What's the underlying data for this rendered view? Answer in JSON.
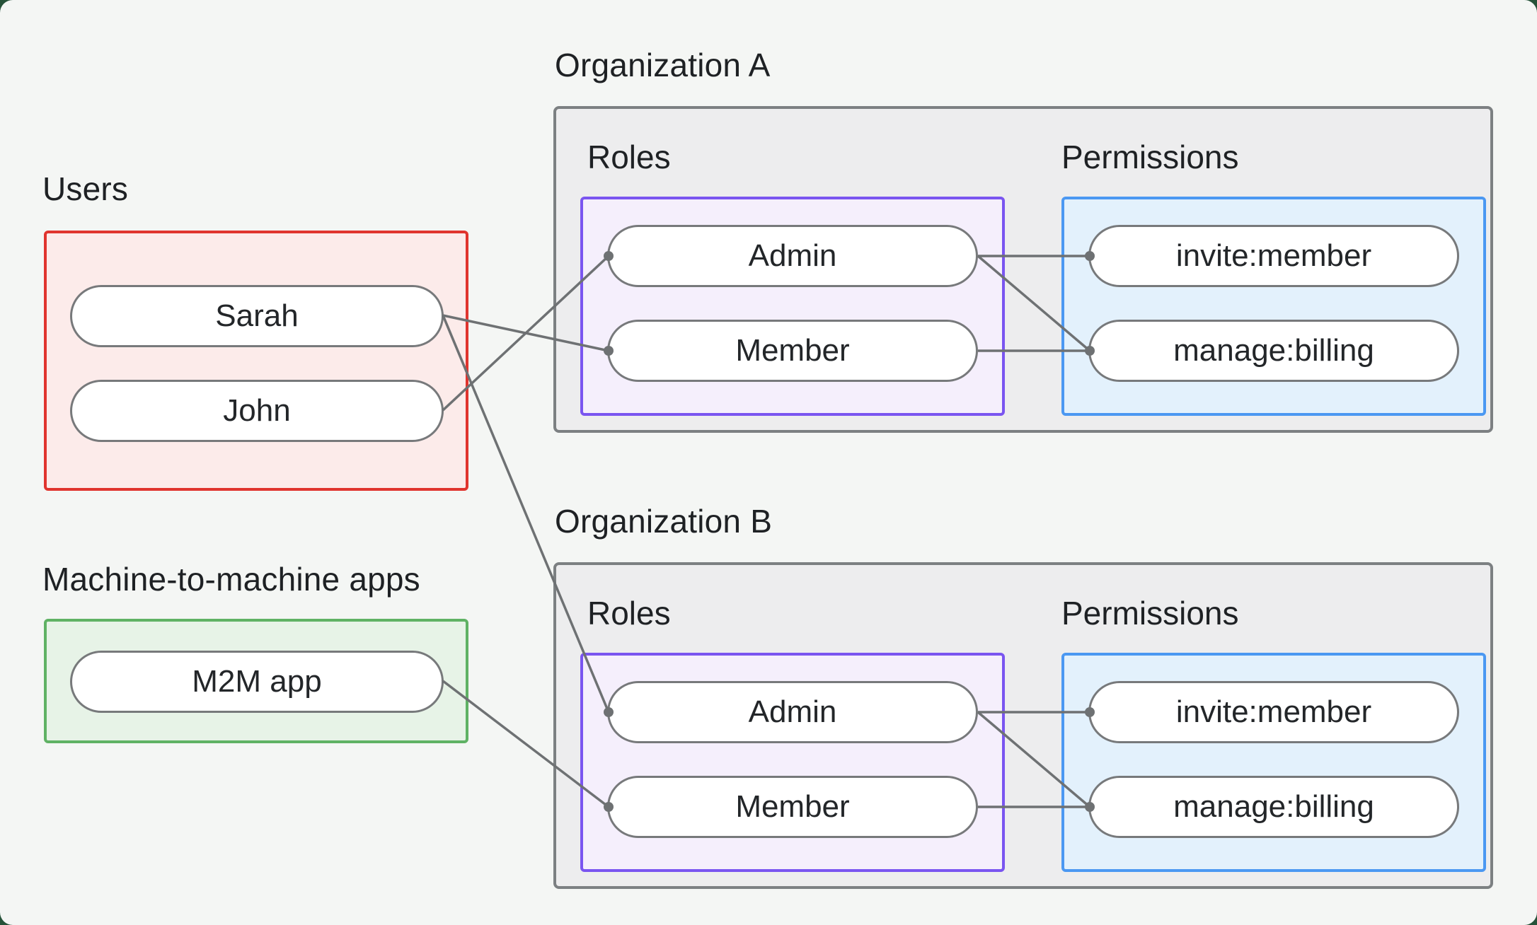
{
  "page": {
    "background": "#f4f6f4",
    "backdrop": "#265239"
  },
  "colors": {
    "edge": "#6e7173",
    "text": "#1e2124",
    "pill-border": "#77797b",
    "pill-fill": "#ffffff",
    "users-border": "#e0342e",
    "users-fill": "#fcebea",
    "m2m-border": "#5fb264",
    "m2m-fill": "#e7f3e7",
    "org-border": "#7c8082",
    "org-fill": "#ededee",
    "roles-border": "#7a55f0",
    "roles-fill": "#f5effc",
    "perms-border": "#4b98f2",
    "perms-fill": "#e3f1fc"
  },
  "users_group": {
    "label": "Users",
    "items": [
      "Sarah",
      "John"
    ]
  },
  "m2m_group": {
    "label": "Machine-to-machine apps",
    "items": [
      "M2M app"
    ]
  },
  "organizations": [
    {
      "label": "Organization A",
      "roles_label": "Roles",
      "permissions_label": "Permissions",
      "roles": [
        "Admin",
        "Member"
      ],
      "permissions": [
        "invite:member",
        "manage:billing"
      ]
    },
    {
      "label": "Organization B",
      "roles_label": "Roles",
      "permissions_label": "Permissions",
      "roles": [
        "Admin",
        "Member"
      ],
      "permissions": [
        "invite:member",
        "manage:billing"
      ]
    }
  ],
  "connections": [
    {
      "from": "John",
      "to": "Organization A: Admin"
    },
    {
      "from": "Sarah",
      "to": "Organization A: Member"
    },
    {
      "from": "Sarah",
      "to": "Organization B: Admin"
    },
    {
      "from": "M2M app",
      "to": "Organization B: Member"
    },
    {
      "from": "Organization A: Admin",
      "to": "Organization A: invite:member"
    },
    {
      "from": "Organization A: Admin",
      "to": "Organization A: manage:billing"
    },
    {
      "from": "Organization A: Member",
      "to": "Organization A: manage:billing"
    },
    {
      "from": "Organization B: Admin",
      "to": "Organization B: invite:member"
    },
    {
      "from": "Organization B: Admin",
      "to": "Organization B: manage:billing"
    },
    {
      "from": "Organization B: Member",
      "to": "Organization B: manage:billing"
    }
  ]
}
